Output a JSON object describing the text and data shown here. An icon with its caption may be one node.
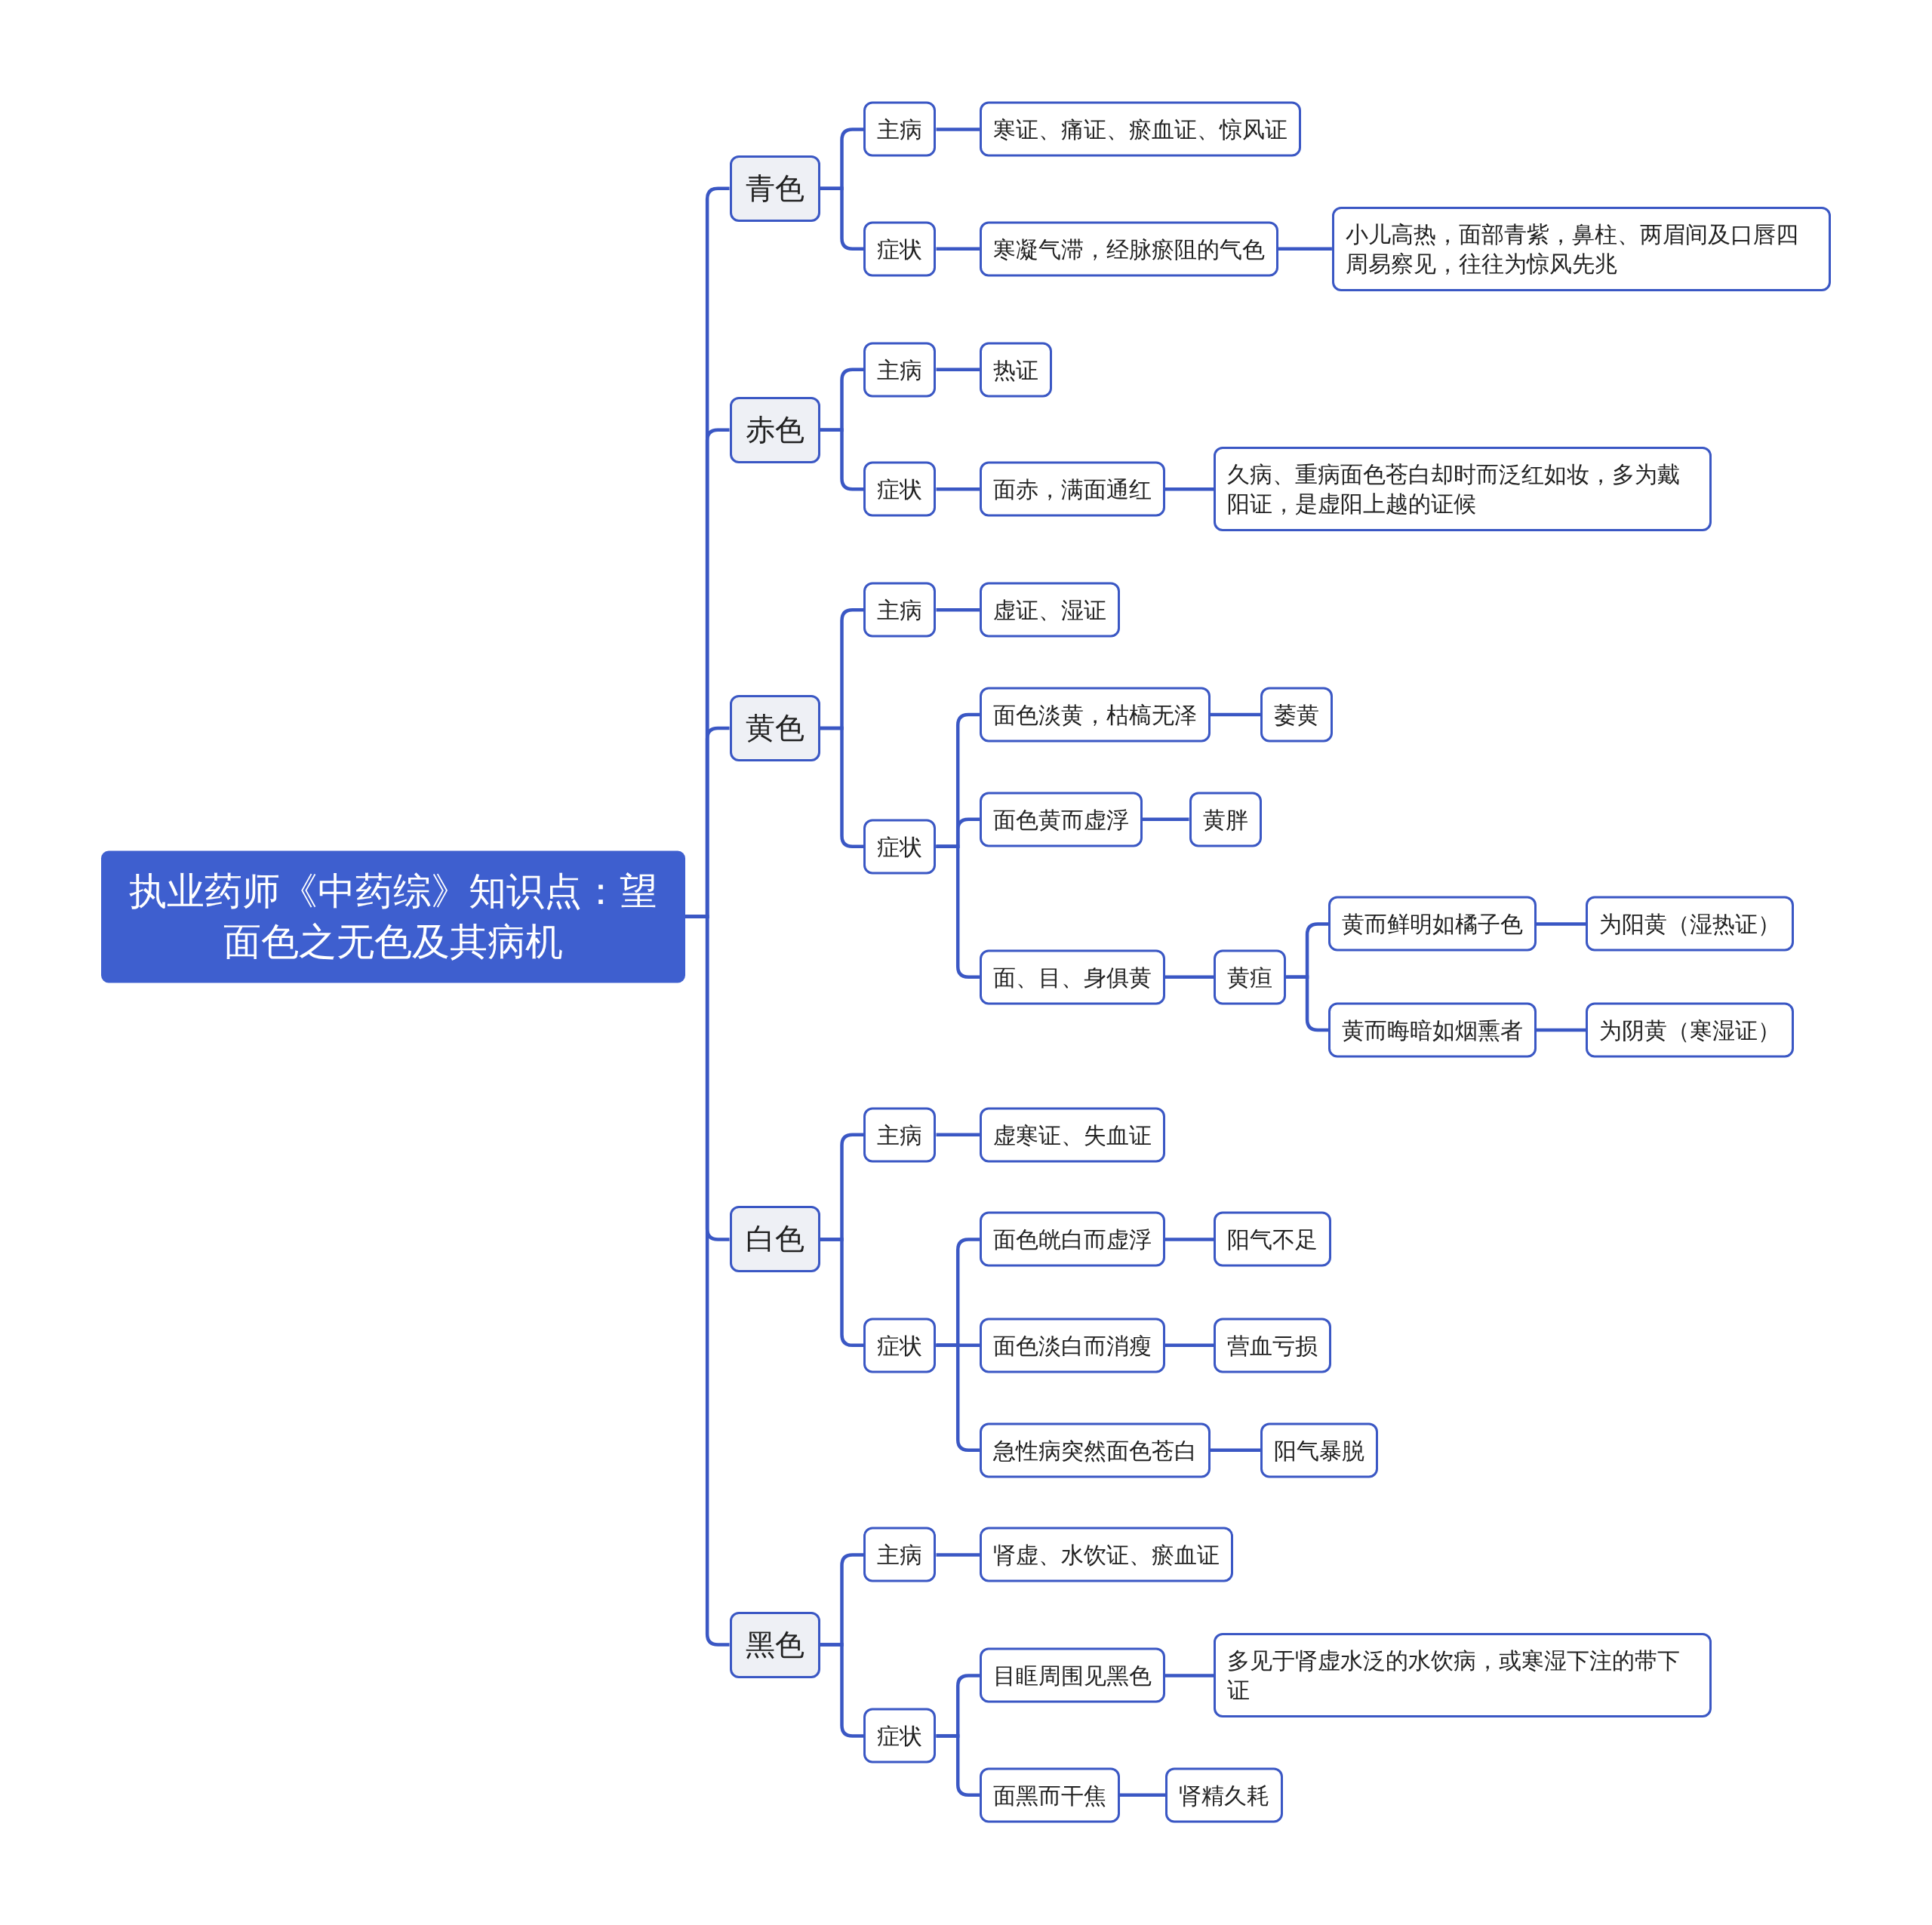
{
  "diagram": {
    "nodes": [
      {
        "text": [
          "执业药师《中药综》知识点：望面色之无色及其病机"
        ]
      },
      {
        "text": [
          "青色"
        ]
      },
      {
        "text": [
          "主病"
        ]
      },
      {
        "text": [
          "寒证、痛证、瘀血证、惊风证"
        ]
      },
      {
        "text": [
          "症状"
        ]
      },
      {
        "text": [
          "寒凝气滞，经脉瘀阻的气色"
        ]
      },
      {
        "text": [
          "小儿高热，面部青紫，鼻柱、两眉间及口唇四周易察见，往往为惊风先兆"
        ]
      },
      {
        "text": [
          "赤色"
        ]
      },
      {
        "text": [
          "主病"
        ]
      },
      {
        "text": [
          "热证"
        ]
      },
      {
        "text": [
          "症状"
        ]
      },
      {
        "text": [
          "面赤，满面通红"
        ]
      },
      {
        "text": [
          "久病、重病面色苍白却时而泛红如妆，多为戴阳证，是虚阳上越的证候"
        ]
      },
      {
        "text": [
          "黄色"
        ]
      },
      {
        "text": [
          "主病"
        ]
      },
      {
        "text": [
          "虚证、湿证"
        ]
      },
      {
        "text": [
          "症状"
        ]
      },
      {
        "text": [
          "面色淡黄，枯槁无泽"
        ]
      },
      {
        "text": [
          "萎黄"
        ]
      },
      {
        "text": [
          "面色黄而虚浮"
        ]
      },
      {
        "text": [
          "黄胖"
        ]
      },
      {
        "text": [
          "面、目、身俱黄"
        ]
      },
      {
        "text": [
          "黄疸"
        ]
      },
      {
        "text": [
          "黄而鲜明如橘子色"
        ]
      },
      {
        "text": [
          "为阳黄（湿热证）"
        ]
      },
      {
        "text": [
          "黄而晦暗如烟熏者"
        ]
      },
      {
        "text": [
          "为阴黄（寒湿证）"
        ]
      },
      {
        "text": [
          "白色"
        ]
      },
      {
        "text": [
          "主病"
        ]
      },
      {
        "text": [
          "虚寒证、失血证"
        ]
      },
      {
        "text": [
          "症状"
        ]
      },
      {
        "text": [
          "面色㿠白而虚浮"
        ]
      },
      {
        "text": [
          "阳气不足"
        ]
      },
      {
        "text": [
          "面色淡白而消瘦"
        ]
      },
      {
        "text": [
          "营血亏损"
        ]
      },
      {
        "text": [
          "急性病突然面色苍白"
        ]
      },
      {
        "text": [
          "阳气暴脱"
        ]
      },
      {
        "text": [
          "黑色"
        ]
      },
      {
        "text": [
          "主病"
        ]
      },
      {
        "text": [
          "肾虚、水饮证、瘀血证"
        ]
      },
      {
        "text": [
          "症状"
        ]
      },
      {
        "text": [
          "目眶周围见黑色"
        ]
      },
      {
        "text": [
          "多见于肾虚水泛的水饮病，或寒湿下注的带下证"
        ]
      },
      {
        "text": [
          "面黑而干焦"
        ]
      },
      {
        "text": [
          "肾精久耗"
        ]
      }
    ],
    "edges": [
      {
        "from": 0,
        "to": 1,
        "arrow": "none"
      },
      {
        "from": 1,
        "to": 2,
        "arrow": "none"
      },
      {
        "from": 2,
        "to": 3,
        "arrow": "none"
      },
      {
        "from": 1,
        "to": 4,
        "arrow": "none"
      },
      {
        "from": 4,
        "to": 5,
        "arrow": "none"
      },
      {
        "from": 5,
        "to": 6,
        "arrow": "none"
      },
      {
        "from": 0,
        "to": 7,
        "arrow": "none"
      },
      {
        "from": 7,
        "to": 8,
        "arrow": "none"
      },
      {
        "from": 8,
        "to": 9,
        "arrow": "none"
      },
      {
        "from": 7,
        "to": 10,
        "arrow": "none"
      },
      {
        "from": 10,
        "to": 11,
        "arrow": "none"
      },
      {
        "from": 11,
        "to": 12,
        "arrow": "none"
      },
      {
        "from": 0,
        "to": 13,
        "arrow": "none"
      },
      {
        "from": 13,
        "to": 14,
        "arrow": "none"
      },
      {
        "from": 14,
        "to": 15,
        "arrow": "none"
      },
      {
        "from": 13,
        "to": 16,
        "arrow": "none"
      },
      {
        "from": 16,
        "to": 17,
        "arrow": "none"
      },
      {
        "from": 17,
        "to": 18,
        "arrow": "none"
      },
      {
        "from": 16,
        "to": 19,
        "arrow": "none"
      },
      {
        "from": 19,
        "to": 20,
        "arrow": "none"
      },
      {
        "from": 16,
        "to": 21,
        "arrow": "none"
      },
      {
        "from": 21,
        "to": 22,
        "arrow": "none"
      },
      {
        "from": 22,
        "to": 23,
        "arrow": "none"
      },
      {
        "from": 23,
        "to": 24,
        "arrow": "none"
      },
      {
        "from": 22,
        "to": 25,
        "arrow": "none"
      },
      {
        "from": 25,
        "to": 26,
        "arrow": "none"
      },
      {
        "from": 0,
        "to": 27,
        "arrow": "none"
      },
      {
        "from": 27,
        "to": 28,
        "arrow": "none"
      },
      {
        "from": 28,
        "to": 29,
        "arrow": "none"
      },
      {
        "from": 27,
        "to": 30,
        "arrow": "none"
      },
      {
        "from": 30,
        "to": 31,
        "arrow": "none"
      },
      {
        "from": 31,
        "to": 32,
        "arrow": "none"
      },
      {
        "from": 30,
        "to": 33,
        "arrow": "none"
      },
      {
        "from": 33,
        "to": 34,
        "arrow": "none"
      },
      {
        "from": 30,
        "to": 35,
        "arrow": "none"
      },
      {
        "from": 35,
        "to": 36,
        "arrow": "none"
      },
      {
        "from": 0,
        "to": 37,
        "arrow": "none"
      },
      {
        "from": 37,
        "to": 38,
        "arrow": "none"
      },
      {
        "from": 38,
        "to": 39,
        "arrow": "none"
      },
      {
        "from": 37,
        "to": 40,
        "arrow": "none"
      },
      {
        "from": 40,
        "to": 41,
        "arrow": "none"
      },
      {
        "from": 41,
        "to": 42,
        "arrow": "none"
      },
      {
        "from": 40,
        "to": 43,
        "arrow": "none"
      },
      {
        "from": 43,
        "to": 44,
        "arrow": "none"
      }
    ]
  }
}
